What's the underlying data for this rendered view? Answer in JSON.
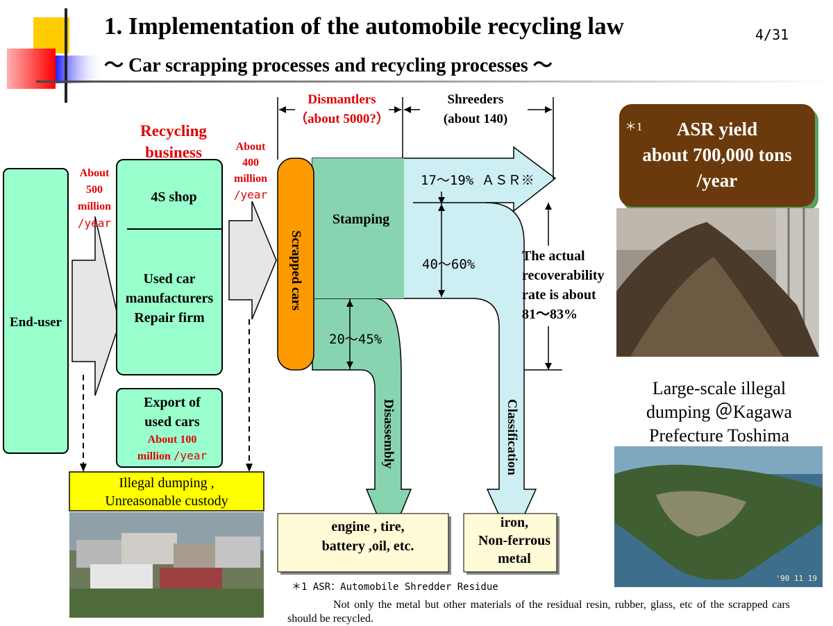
{
  "header": {
    "title": "1. Implementation of the automobile recycling law",
    "subtitle": "～ Car scrapping processes and recycling processes ～",
    "page_number": "4/31"
  },
  "flow": {
    "end_user": "End-user",
    "arrow1": {
      "l1": "About",
      "l2": "500",
      "l3": "million",
      "l4": "/year"
    },
    "recycling_business": {
      "l1": "Recycling",
      "l2": "business"
    },
    "shop": "4S shop",
    "used_car": {
      "l1": "Used car",
      "l2": "manufacturers",
      "l3": "Repair firm"
    },
    "export": {
      "l1": "Export of",
      "l2": "used cars",
      "l3": "About 100",
      "l4": "million",
      "l5": "/year"
    },
    "arrow2": {
      "l1": "About",
      "l2": "400",
      "l3": "million",
      "l4": "/year"
    },
    "scrapped_cars": "Scrapped cars",
    "dismantlers": {
      "l1": "Dismantlers",
      "l2": "（about 5000?）"
    },
    "shredders": {
      "l1": "Shreeders",
      "l2": "(about 140)"
    },
    "stamping": "Stamping",
    "asr_pct": "17～19% ＡＳＲ※",
    "pct_40_60": "40～60%",
    "pct_20_45": "20～45%",
    "recoverability": {
      "l1": "The actual",
      "l2": "recoverability",
      "l3": "rate is about",
      "l4": "81～83%"
    },
    "disassembly": "Disassembly",
    "classification": "Classification",
    "output_engine": {
      "l1": "engine , tire,",
      "l2": "battery ,oil, etc."
    },
    "output_iron": {
      "l1": "iron,",
      "l2": "Non-ferrous",
      "l3": "metal"
    },
    "illegal": {
      "l1": "Illegal dumping ,",
      "l2": "Unreasonable custody"
    }
  },
  "asr_box": {
    "mark": "＊1",
    "l1": "ASR yield",
    "l2": "about 700,000 tons",
    "l3": "/year"
  },
  "caption": {
    "l1": "Large-scale illegal",
    "l2": "dumping ＠Kagawa",
    "l3": "Prefecture Toshima"
  },
  "footnote": "＊1 ASR：Automobile Shredder Residue",
  "note": "Not only the metal but other materials of the residual resin, rubber, glass, etc of the scrapped cars should be recycled.",
  "photo_timestamp": "'90 11 19",
  "colors": {
    "light_green": "#99ffcc",
    "scrap_orange": "#ff9900",
    "stamp_green": "#88d4b0",
    "light_blue": "#cdeef2",
    "asr_brown": "#6b3a0c",
    "yellow": "#ffff00",
    "cream": "#fffbd6"
  }
}
